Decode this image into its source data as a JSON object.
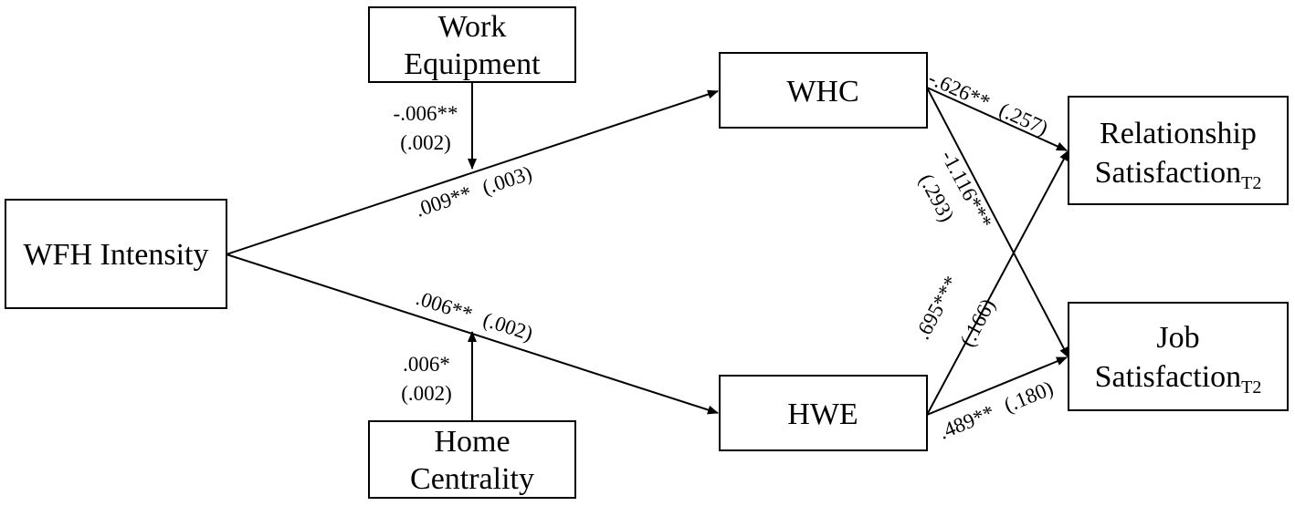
{
  "nodes": {
    "work_equipment": {
      "line1": "Work",
      "line2": "Equipment"
    },
    "wfh_intensity": {
      "label": "WFH Intensity"
    },
    "whc": {
      "label": "WHC"
    },
    "hwe": {
      "label": "HWE"
    },
    "home_centrality": {
      "line1": "Home",
      "line2": "Centrality"
    },
    "relationship_satisfaction": {
      "line1": "Relationship",
      "line2": "Satisfaction",
      "subscript": "T2"
    },
    "job_satisfaction": {
      "line1": "Job",
      "line2": "Satisfaction",
      "subscript": "T2"
    }
  },
  "coefficients": {
    "work_equipment_moderation": {
      "estimate": "-.006**",
      "se": "(.002)"
    },
    "wfh_to_whc": {
      "estimate": ".009**",
      "se": "(.003)"
    },
    "wfh_to_hwe": {
      "estimate": ".006**",
      "se": "(.002)"
    },
    "home_centrality_moderation": {
      "estimate": ".006*",
      "se": "(.002)"
    },
    "whc_to_relationship": {
      "estimate": "-.626**",
      "se": "(.257)"
    },
    "whc_to_job": {
      "estimate": "-1.116***",
      "se": "(.293)"
    },
    "hwe_to_relationship": {
      "estimate": ".695***",
      "se": "(.166)"
    },
    "hwe_to_job": {
      "estimate": ".489**",
      "se": "(.180)"
    }
  }
}
